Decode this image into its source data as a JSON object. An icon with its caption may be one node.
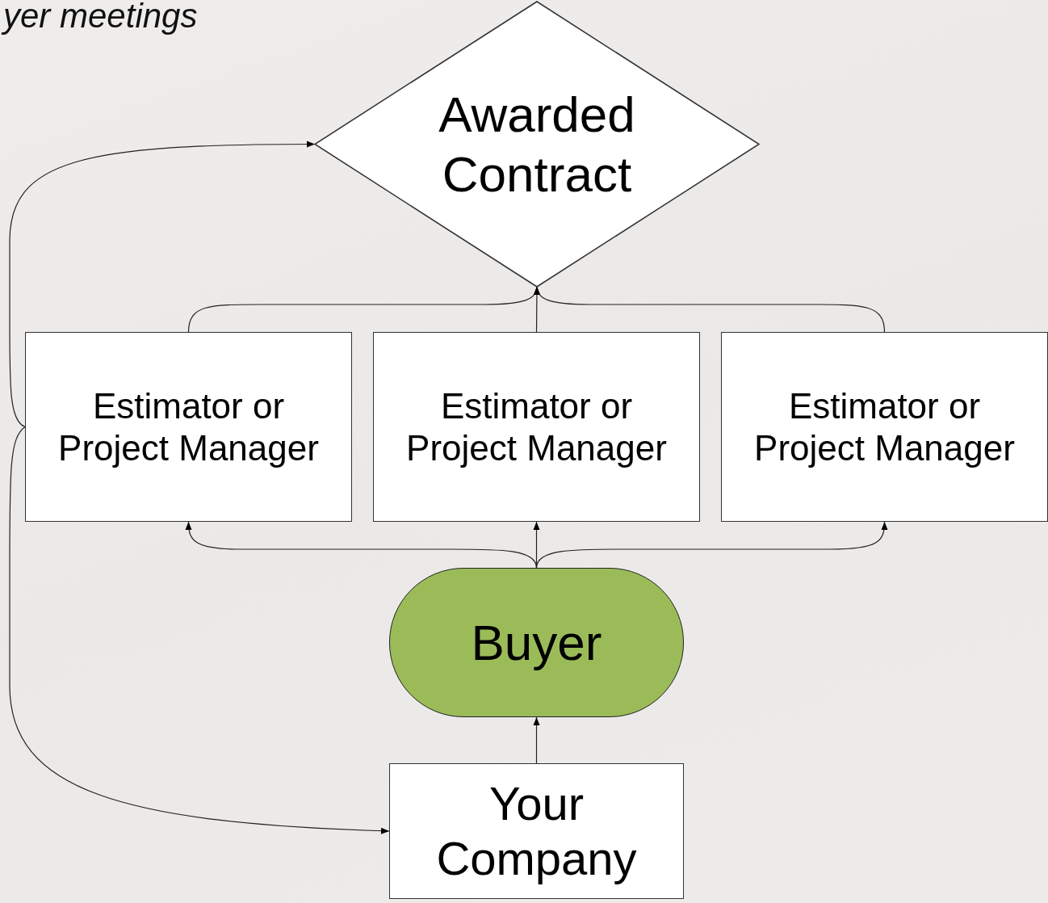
{
  "diagram": {
    "nodes": [
      {
        "text": [
          "Awarded Contract"
        ]
      },
      {
        "text": [
          "Estimator or Project Manager"
        ]
      },
      {
        "text": [
          "Estimator or Project Manager"
        ]
      },
      {
        "text": [
          "Estimator or Project Manager"
        ]
      },
      {
        "text": [
          "Buyer"
        ]
      },
      {
        "text": [
          "Your Company"
        ]
      }
    ],
    "edges": [
      {
        "from": 5,
        "to": 4,
        "arrow": "to"
      },
      {
        "from": 4,
        "to": 1,
        "arrow": "to"
      },
      {
        "from": 4,
        "to": 2,
        "arrow": "to"
      },
      {
        "from": 4,
        "to": 3,
        "arrow": "to"
      },
      {
        "from": 1,
        "to": 0,
        "arrow": "to"
      },
      {
        "from": 2,
        "to": 0,
        "arrow": "to"
      },
      {
        "from": 3,
        "to": 0,
        "arrow": "to"
      },
      {
        "from": 1,
        "to": 0,
        "arrow": "to"
      },
      {
        "from": 1,
        "to": 5,
        "arrow": "to"
      }
    ],
    "labels": [
      "yer meetings"
    ]
  }
}
